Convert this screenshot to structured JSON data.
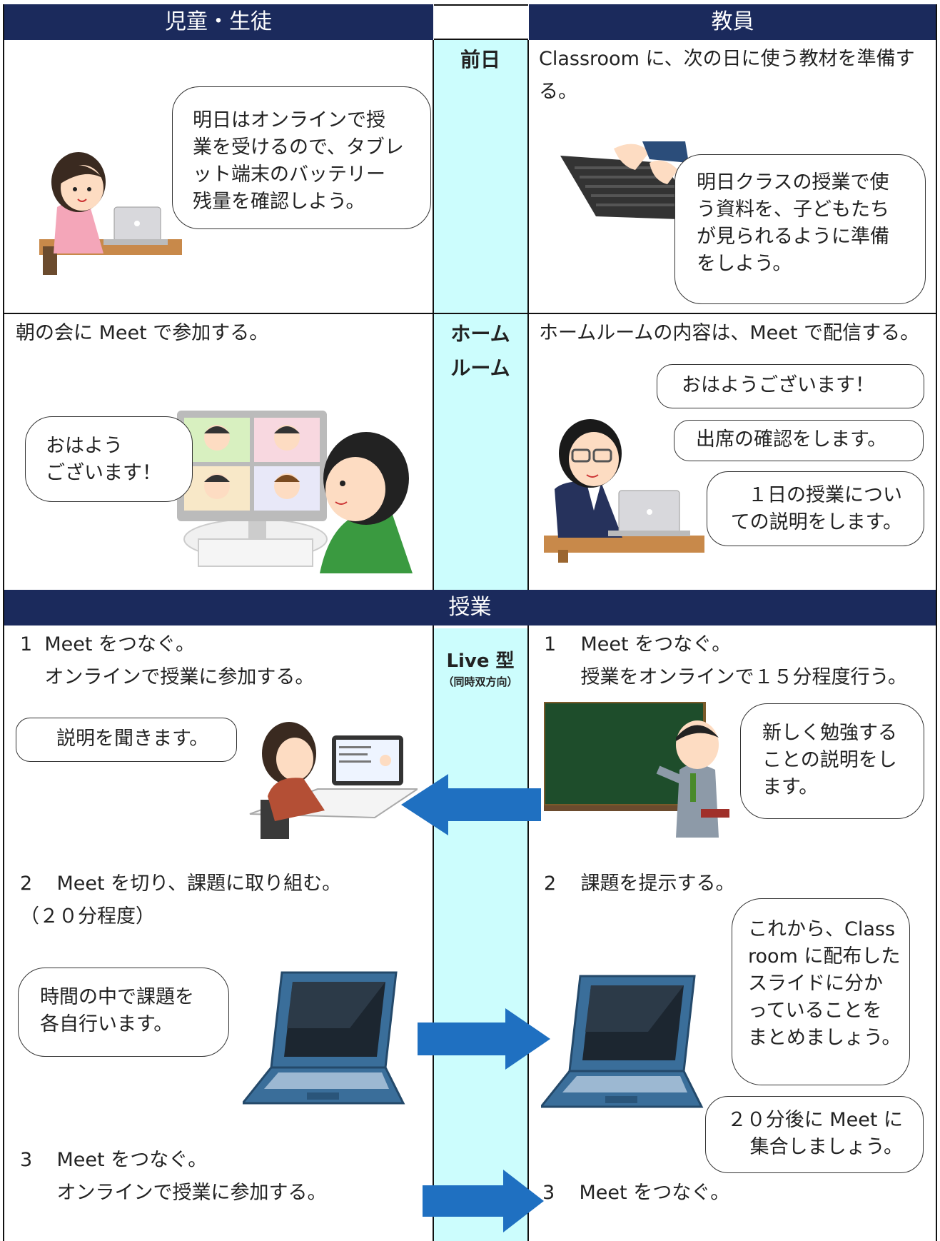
{
  "header": {
    "students": "児童・生徒",
    "teachers": "教員",
    "lesson": "授業"
  },
  "prev_day": {
    "label": "前日",
    "teacher_text": "Classroom に、次の日に使う教材を準備す\nる。",
    "student_bubble": "明日はオンラインで授\n業を受けるので、タブレ\nット端末のバッテリー\n残量を確認しよう。",
    "teacher_bubble": "明日クラスの授業で使\nう資料を、子どもたち\nが見られるように準備\nをしよう。"
  },
  "homeroom": {
    "label": "ホーム\nルーム",
    "student_text": "朝の会に Meet で参加する。",
    "teacher_text": "ホームルームの内容は、Meet で配信する。",
    "student_bubble": "おはよう\nございます！",
    "teacher_bubble_1": "おはようございます！",
    "teacher_bubble_2": "出席の確認をします。",
    "teacher_bubble_3": "１日の授業につい\nての説明をします。"
  },
  "lesson": {
    "type_label": "Live 型",
    "type_sub": "（同時双方向）",
    "student_step1": "1  Meet をつなぐ。\n    オンラインで授業に参加する。",
    "student_bubble1": "説明を聞きます。",
    "teacher_step1": "1    Meet をつなぐ。\n      授業をオンラインで１５分程度行う。",
    "teacher_bubble1": "新しく勉強する\nことの説明をし\nます。",
    "student_step2": "2    Meet を切り、課題に取り組む。\n（２０分程度）",
    "student_bubble2": "時間の中で課題を\n各自行います。",
    "teacher_step2": "2    課題を提示する。",
    "teacher_bubble2": "これから、Class\nroom に配布した\nスライドに分か\nっていることを\nまとめましょう。",
    "teacher_bubble3": "２０分後に Meet に\n集合しましょう。",
    "student_step3": "3    Meet をつなぐ。\n      オンラインで授業に参加する。",
    "teacher_step3": "3    Meet をつなぐ。"
  },
  "colors": {
    "header_bg": "#1b2a5c",
    "middle_column": "#ccfdfd",
    "arrow": "#1f70c1"
  }
}
